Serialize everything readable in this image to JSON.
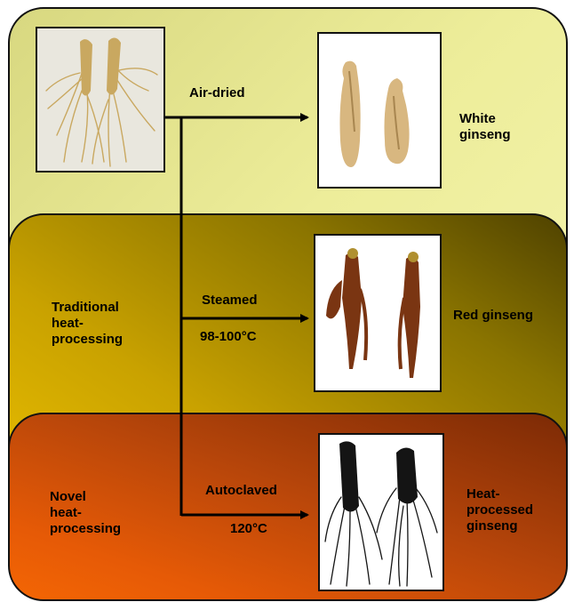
{
  "raw_ginseng": {
    "icon": "raw-ginseng-root-icon"
  },
  "stages": [
    {
      "region_label": "",
      "process_label": "Air-dried",
      "condition_label": "",
      "product_label": "White\nginseng",
      "icon": "white-ginseng-root-icon"
    },
    {
      "region_label": "Traditional\nheat-\nprocessing",
      "process_label": "Steamed",
      "condition_label": "98-100°C",
      "product_label": "Red ginseng",
      "icon": "red-ginseng-root-icon"
    },
    {
      "region_label": "Novel\n heat-\nprocessing",
      "process_label": "Autoclaved",
      "condition_label": "120°C",
      "product_label": "Heat-\nprocessed\nginseng",
      "icon": "heat-processed-ginseng-root-icon"
    }
  ],
  "colors": {
    "top_panel": "#f6f6b2",
    "middle_panel": "#c9a200",
    "bottom_panel": "#e65a06",
    "raw_root": "#c9a860",
    "white_ginseng": "#d8b780",
    "red_ginseng": "#7a3512",
    "heat_processed_ginseng": "#141414"
  }
}
